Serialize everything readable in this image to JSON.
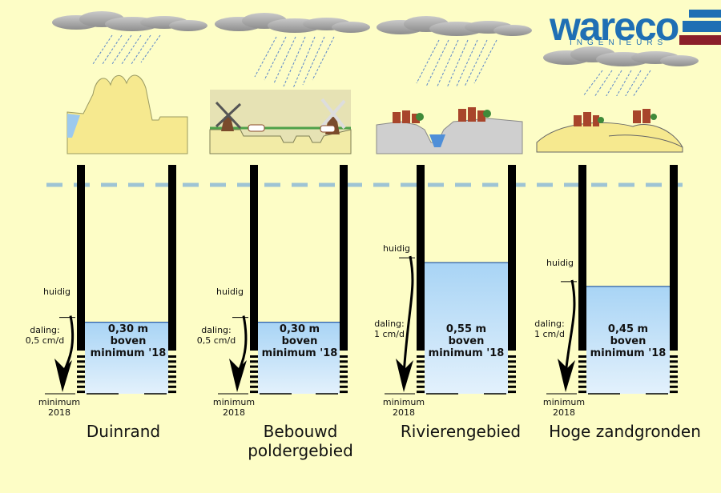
{
  "logo": {
    "word": "wareco",
    "sub": "INGENIEURS"
  },
  "colors": {
    "background": "#fdfdc6",
    "water_top": "#a8d4f5",
    "water_bottom": "#e3f1fc",
    "reference_line": "#9ec4d4",
    "logo_blue": "#1f6fb4",
    "logo_red": "#8b1f2a"
  },
  "labels": {
    "current": "huidig",
    "minimum": "minimum",
    "minimum_year": "2018"
  },
  "regions": [
    {
      "name": "Duinrand",
      "decline_label": "daling:",
      "decline_value": "0,5 cm/d",
      "level_m": 0.3,
      "value": "0,30 m",
      "line2": "boven",
      "line3": "minimum '18"
    },
    {
      "name": "Bebouwd",
      "name2": "poldergebied",
      "decline_label": "daling:",
      "decline_value": "0,5 cm/d",
      "level_m": 0.3,
      "value": "0,30 m",
      "line2": "boven",
      "line3": "minimum '18"
    },
    {
      "name": "Rivierengebied",
      "decline_label": "daling:",
      "decline_value": "1 cm/d",
      "level_m": 0.55,
      "value": "0,55 m",
      "line2": "boven",
      "line3": "minimum '18"
    },
    {
      "name": "Hoge zandgronden",
      "decline_label": "daling:",
      "decline_value": "1 cm/d",
      "level_m": 0.45,
      "value": "0,45 m",
      "line2": "boven",
      "line3": "minimum '18"
    }
  ]
}
